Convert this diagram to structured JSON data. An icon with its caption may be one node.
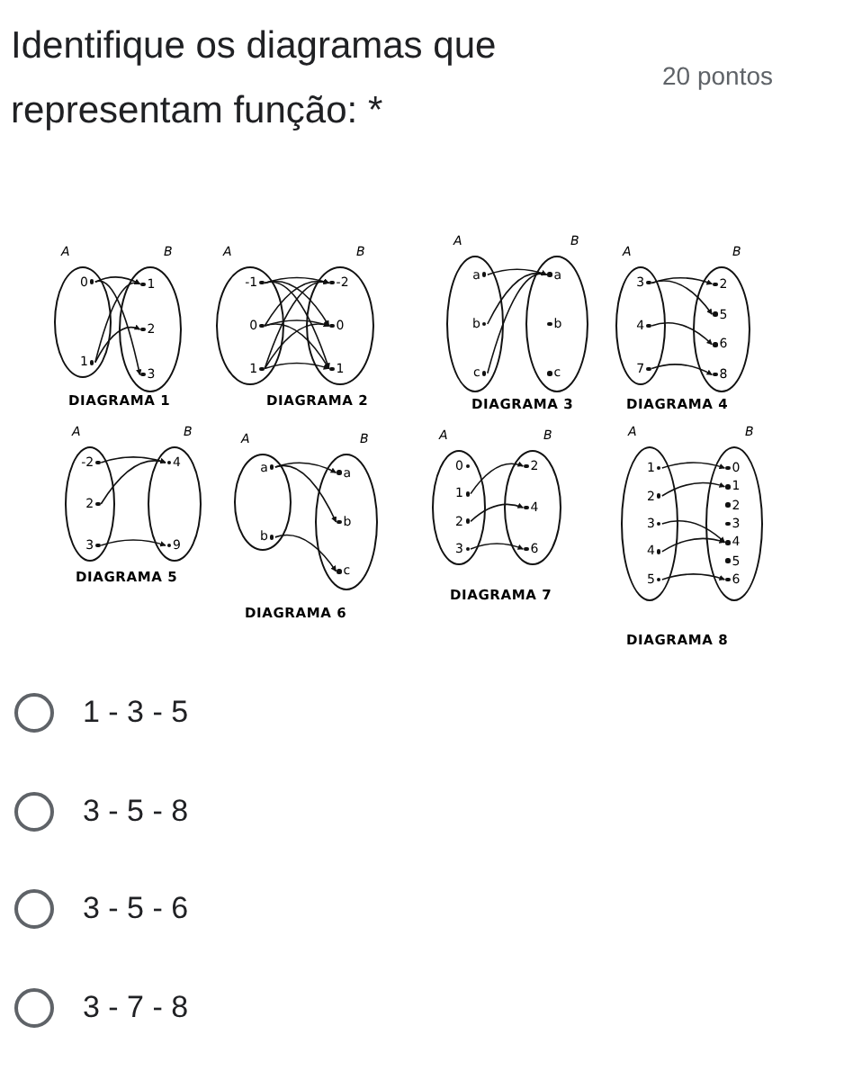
{
  "diagram": {
    "title": "Identifique os diagramas que representam função: *",
    "nodes": [
      {
        "text": [
          "A"
        ]
      },
      {
        "text": [
          "0"
        ],
        "in": 0
      },
      {
        "text": [
          "1"
        ],
        "in": 0
      },
      {
        "text": [
          "B"
        ]
      },
      {
        "text": [
          "1"
        ],
        "in": 3
      },
      {
        "text": [
          "2"
        ],
        "in": 3
      },
      {
        "text": [
          "3"
        ],
        "in": 3
      },
      {
        "text": [
          "A"
        ]
      },
      {
        "text": [
          "-1"
        ],
        "in": 7
      },
      {
        "text": [
          "0"
        ],
        "in": 7
      },
      {
        "text": [
          "1"
        ],
        "in": 7
      },
      {
        "text": [
          "B"
        ]
      },
      {
        "text": [
          "-2"
        ],
        "in": 11
      },
      {
        "text": [
          "0"
        ],
        "in": 11
      },
      {
        "text": [
          "1"
        ],
        "in": 11
      },
      {
        "text": [
          "A"
        ]
      },
      {
        "text": [
          "a"
        ],
        "in": 15
      },
      {
        "text": [
          "b"
        ],
        "in": 15
      },
      {
        "text": [
          "c"
        ],
        "in": 15
      },
      {
        "text": [
          "B"
        ]
      },
      {
        "text": [
          "a"
        ],
        "in": 19
      },
      {
        "text": [
          "b"
        ],
        "in": 19
      },
      {
        "text": [
          "c"
        ],
        "in": 19
      },
      {
        "text": [
          "A"
        ]
      },
      {
        "text": [
          "3"
        ],
        "in": 23
      },
      {
        "text": [
          "4"
        ],
        "in": 23
      },
      {
        "text": [
          "7"
        ],
        "in": 23
      },
      {
        "text": [
          "B"
        ]
      },
      {
        "text": [
          "2"
        ],
        "in": 27
      },
      {
        "text": [
          "5"
        ],
        "in": 27
      },
      {
        "text": [
          "6"
        ],
        "in": 27
      },
      {
        "text": [
          "8"
        ],
        "in": 27
      },
      {
        "text": [
          "A"
        ]
      },
      {
        "text": [
          "-2"
        ],
        "in": 32
      },
      {
        "text": [
          "2"
        ],
        "in": 32
      },
      {
        "text": [
          "3"
        ],
        "in": 32
      },
      {
        "text": [
          "B"
        ]
      },
      {
        "text": [
          "4"
        ],
        "in": 36
      },
      {
        "text": [
          "9"
        ],
        "in": 36
      },
      {
        "text": [
          "A"
        ]
      },
      {
        "text": [
          "a"
        ],
        "in": 39
      },
      {
        "text": [
          "b"
        ],
        "in": 39
      },
      {
        "text": [
          "B"
        ]
      },
      {
        "text": [
          "a"
        ],
        "in": 42
      },
      {
        "text": [
          "b"
        ],
        "in": 42
      },
      {
        "text": [
          "c"
        ],
        "in": 42
      },
      {
        "text": [
          "A"
        ]
      },
      {
        "text": [
          "0"
        ],
        "in": 46
      },
      {
        "text": [
          "1"
        ],
        "in": 46
      },
      {
        "text": [
          "2"
        ],
        "in": 46
      },
      {
        "text": [
          "3"
        ],
        "in": 46
      },
      {
        "text": [
          "B"
        ]
      },
      {
        "text": [
          "2"
        ],
        "in": 51
      },
      {
        "text": [
          "4"
        ],
        "in": 51
      },
      {
        "text": [
          "6"
        ],
        "in": 51
      },
      {
        "text": [
          "A"
        ]
      },
      {
        "text": [
          "1"
        ],
        "in": 55
      },
      {
        "text": [
          "2"
        ],
        "in": 55
      },
      {
        "text": [
          "3"
        ],
        "in": 55
      },
      {
        "text": [
          "4"
        ],
        "in": 55
      },
      {
        "text": [
          "5"
        ],
        "in": 55
      },
      {
        "text": [
          "B"
        ]
      },
      {
        "text": [
          "0"
        ],
        "in": 61
      },
      {
        "text": [
          "1"
        ],
        "in": 61
      },
      {
        "text": [
          "2"
        ],
        "in": 61
      },
      {
        "text": [
          "3"
        ],
        "in": 61
      },
      {
        "text": [
          "4"
        ],
        "in": 61
      },
      {
        "text": [
          "5"
        ],
        "in": 61
      },
      {
        "text": [
          "6"
        ],
        "in": 61
      }
    ],
    "edges": [
      {
        "from": 1,
        "to": 4,
        "arrow": "to"
      },
      {
        "from": 1,
        "to": 6,
        "arrow": "to"
      },
      {
        "from": 2,
        "to": 4,
        "arrow": "to"
      },
      {
        "from": 2,
        "to": 5,
        "arrow": "to"
      },
      {
        "from": 8,
        "to": 12,
        "arrow": "to"
      },
      {
        "from": 8,
        "to": 13,
        "arrow": "to"
      },
      {
        "from": 8,
        "to": 14,
        "arrow": "to"
      },
      {
        "from": 9,
        "to": 12,
        "arrow": "to"
      },
      {
        "from": 9,
        "to": 13,
        "arrow": "to"
      },
      {
        "from": 9,
        "to": 14,
        "arrow": "to"
      },
      {
        "from": 10,
        "to": 12,
        "arrow": "to"
      },
      {
        "from": 10,
        "to": 13,
        "arrow": "to"
      },
      {
        "from": 10,
        "to": 14,
        "arrow": "to"
      },
      {
        "from": 16,
        "to": 20,
        "arrow": "to"
      },
      {
        "from": 17,
        "to": 20,
        "arrow": "to"
      },
      {
        "from": 18,
        "to": 20,
        "arrow": "to"
      },
      {
        "from": 24,
        "to": 28,
        "arrow": "to"
      },
      {
        "from": 24,
        "to": 29,
        "arrow": "to"
      },
      {
        "from": 25,
        "to": 30,
        "arrow": "to"
      },
      {
        "from": 26,
        "to": 31,
        "arrow": "to"
      },
      {
        "from": 33,
        "to": 37,
        "arrow": "to"
      },
      {
        "from": 34,
        "to": 37,
        "arrow": "to"
      },
      {
        "from": 35,
        "to": 38,
        "arrow": "to"
      },
      {
        "from": 40,
        "to": 43,
        "arrow": "to"
      },
      {
        "from": 40,
        "to": 44,
        "arrow": "to"
      },
      {
        "from": 41,
        "to": 45,
        "arrow": "to"
      },
      {
        "from": 48,
        "to": 52,
        "arrow": "to"
      },
      {
        "from": 49,
        "to": 53,
        "arrow": "to"
      },
      {
        "from": 50,
        "to": 54,
        "arrow": "to"
      },
      {
        "from": 56,
        "to": 62,
        "arrow": "to"
      },
      {
        "from": 57,
        "to": 63,
        "arrow": "to"
      },
      {
        "from": 58,
        "to": 66,
        "arrow": "to"
      },
      {
        "from": 59,
        "to": 66,
        "arrow": "to"
      },
      {
        "from": 60,
        "to": 68,
        "arrow": "to"
      }
    ],
    "labels": [
      "20 pontos",
      "DIAGRAMA 1",
      "DIAGRAMA 2",
      "DIAGRAMA 3",
      "DIAGRAMA 4",
      "DIAGRAMA 5",
      "DIAGRAMA 6",
      "DIAGRAMA 7",
      "DIAGRAMA 8",
      "1 - 3 - 5",
      "3 - 5 - 8",
      "3 - 5 - 6",
      "3 - 7 - 8"
    ]
  }
}
